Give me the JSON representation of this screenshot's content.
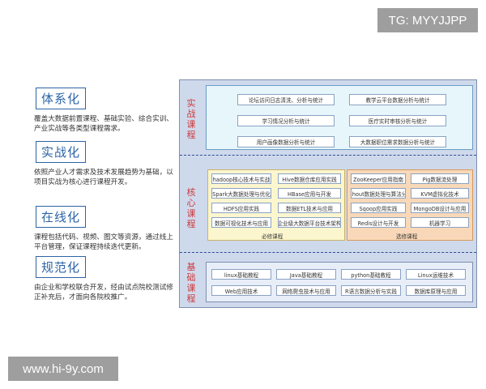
{
  "watermarks": {
    "top": "TG: MYYJJPP",
    "bottom": "www.hi-9y.com"
  },
  "features": [
    {
      "title": "体系化",
      "desc": "覆盖大数据前置课程、基础实验、综合实训、产业实战等各类型课程需求。"
    },
    {
      "title": "实战化",
      "desc": "依照产业人才需求及技术发展趋势为基础，以项目实战为核心进行课程开发。"
    },
    {
      "title": "在线化",
      "desc": "课程包括代码、视频、图文等资源，通过线上平台管理，保证课程持续迭代更新。"
    },
    {
      "title": "规范化",
      "desc": "由企业和学校联合开发，经由试点院校测试修正补充后，才面向各院校推广。"
    }
  ],
  "diagram": {
    "practice": {
      "label": "实战课程",
      "items": [
        "论坛访问日志清洗、分析与统计",
        "教学云平台数据分析与统计",
        "学习情况分析与统计",
        "医疗实时审核分析与统计",
        "用户画像数据分析与统计",
        "大数据职位需求数据分析与统计"
      ]
    },
    "core": {
      "label": "核心课程",
      "required": {
        "caption": "必修课程",
        "items": [
          "hadoop核心技术与实战",
          "Hive数据仓库应用实践",
          "Spark大数据处理与优化",
          "HBase应用与开发",
          "HDFS应用实践",
          "数据ETL技术与应用",
          "数据可视化技术与应用",
          "企业级大数据平台技术架构"
        ]
      },
      "elective": {
        "caption": "选修课程",
        "items": [
          "ZooKeeper应用指南",
          "Pig数据流处理",
          "Mahout数据处理与算法分析",
          "KVM虚拟化技术",
          "Sqoop应用实践",
          "MongoDB设计与应用",
          "Redis设计与开发",
          "机器学习"
        ]
      }
    },
    "basic": {
      "label": "基础课程",
      "items": [
        "linux基础教程",
        "Java基础教程",
        "python基础教程",
        "Linux运维技术",
        "Web应用技术",
        "网络爬虫技术与应用",
        "R语言数据分析与实践",
        "数据库原理与应用"
      ]
    }
  }
}
